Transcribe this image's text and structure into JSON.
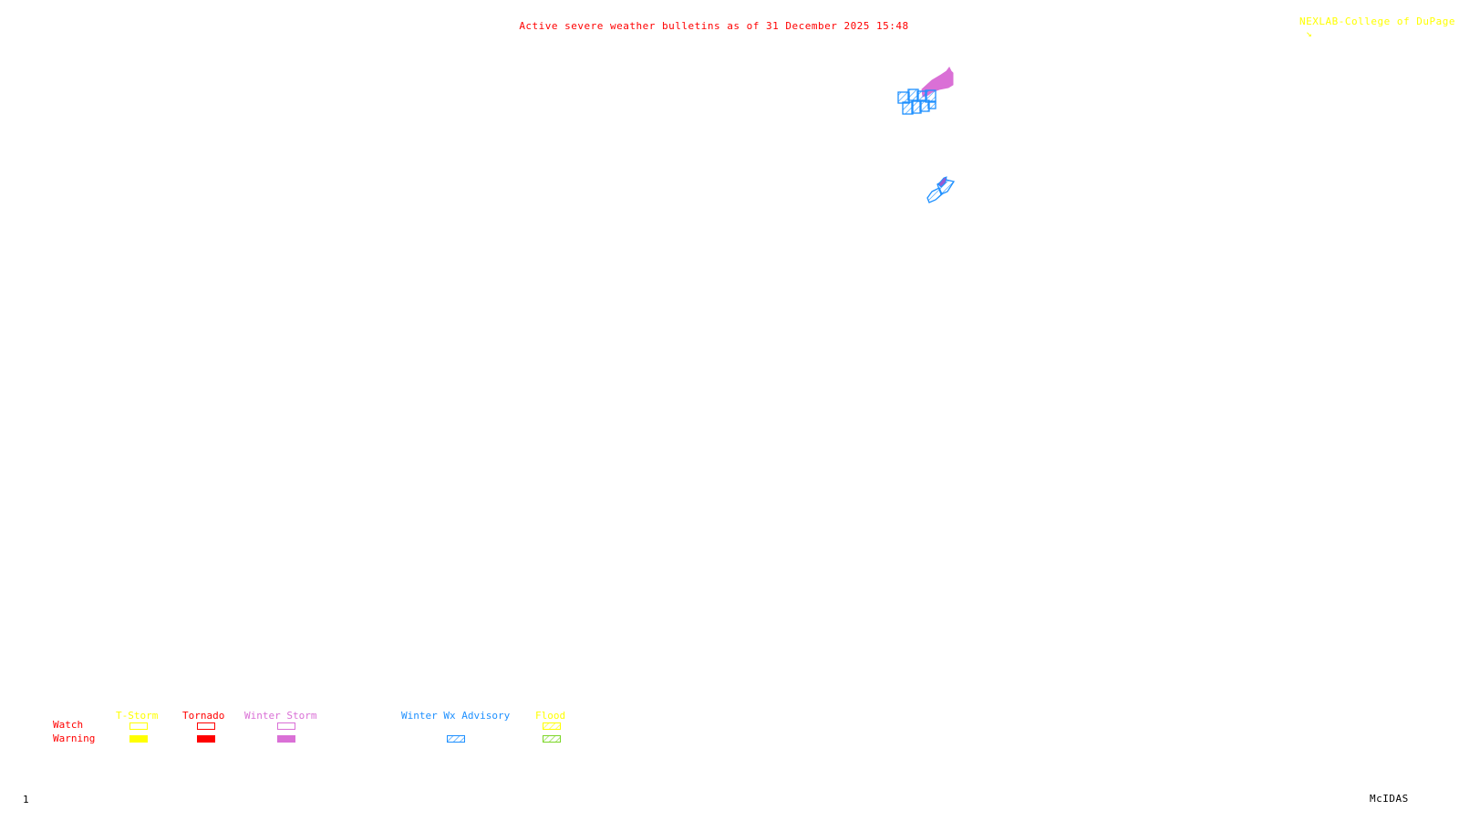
{
  "header": {
    "title": "Active severe weather bulletins as of 31 December 2025 15:48",
    "credit": "NEXLAB-College of DuPage"
  },
  "colors": {
    "title": "#ff0000",
    "credit": "#ffff00",
    "tstorm": "#ffff00",
    "tornado": "#ff0000",
    "winter_storm": "#da70d6",
    "winter_wx_advisory": "#1e90ff",
    "flood_watch": "#ffff00",
    "flood_warning": "#7cd628",
    "row_labels": "#ff0000"
  },
  "legend": {
    "rows": [
      "Watch",
      "Warning"
    ],
    "categories": [
      {
        "key": "tstorm",
        "label": "T-Storm",
        "watch": "outline",
        "warning": "filled"
      },
      {
        "key": "tornado",
        "label": "Tornado",
        "watch": "outline",
        "warning": "filled"
      },
      {
        "key": "winter_storm",
        "label": "Winter Storm",
        "watch": "outline",
        "warning": "filled"
      },
      {
        "key": "winter_wx_advisory",
        "label": "Winter Wx Advisory",
        "watch": null,
        "warning": "hatched"
      },
      {
        "key": "flood",
        "label": "Flood",
        "watch": "hatched",
        "warning": "hatched"
      }
    ]
  },
  "map_features": [
    {
      "type": "winter_storm_warning",
      "region": "northeast-cluster"
    },
    {
      "type": "winter_wx_advisory",
      "region": "northeast-cluster"
    },
    {
      "type": "winter_wx_advisory",
      "region": "east-small"
    },
    {
      "type": "winter_storm_warning",
      "region": "east-small"
    }
  ],
  "footer": {
    "frame_number": "1",
    "software": "McIDAS"
  }
}
